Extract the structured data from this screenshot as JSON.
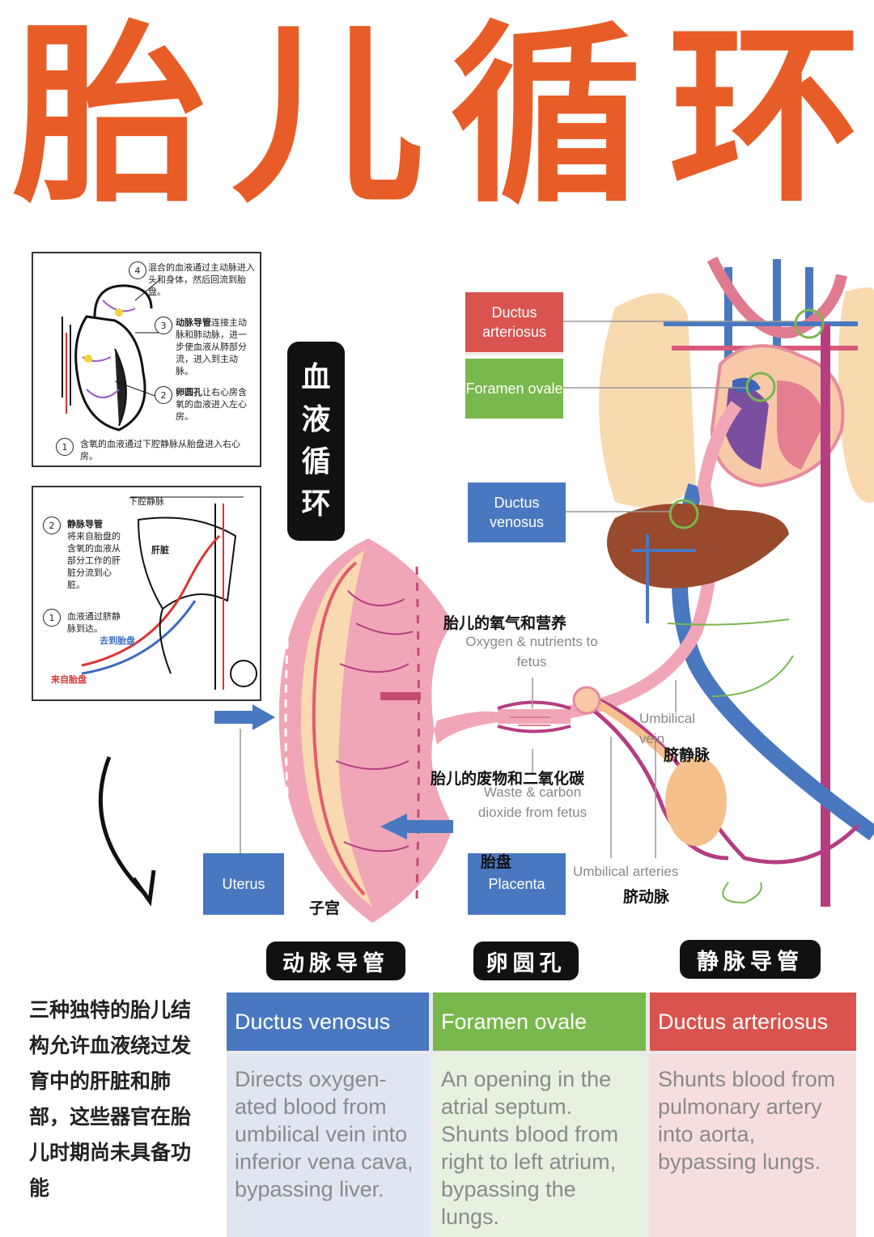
{
  "title_chars": [
    "胎",
    "儿",
    "循",
    "环"
  ],
  "panel_heart": {
    "notes": [
      {
        "num": "4",
        "text": "混合的血液通过主动脉进入头和身体，然后回流到胎盘。"
      },
      {
        "num": "3",
        "bold": "动脉导管",
        "text": "连接主动脉和肺动脉，进一步使血液从肺部分流，进入到主动脉。"
      },
      {
        "num": "2",
        "bold": "卵圆孔",
        "text": "让右心房含氧的血液进入左心房。"
      },
      {
        "num": "1",
        "text": "含氧的血液通过下腔静脉从胎盘进入右心房。"
      }
    ]
  },
  "panel_liver": {
    "top_label": "下腔静脉",
    "liver_label": "肝脏",
    "note2_num": "2",
    "note2_bold": "静脉导管",
    "note2_text": "将来自胎盘的含氧的血液从部分工作的肝脏分流到心脏。",
    "note1_num": "1",
    "note1_text": "血液通过脐静脉到达。",
    "to_placenta": "去到胎盘",
    "from_placenta": "来自胎盘"
  },
  "vertical_tag": [
    "血",
    "液",
    "循",
    "环"
  ],
  "diagram": {
    "ductus_arteriosus": "Ductus arteriosus",
    "foramen_ovale": "Foramen ovale",
    "ductus_venosus": "Ductus venosus",
    "oxygen_zh": "胎儿的氧气和营养",
    "oxygen_en": "Oxygen & nutrients to fetus",
    "waste_zh": "胎儿的废物和二氧化碳",
    "waste_en": "Waste & carbon dioxide from fetus",
    "umbilical_vein_en": "Umbilical vein",
    "umbilical_vein_zh": "脐静脉",
    "umbilical_arteries_en": "Umbilical arteries",
    "umbilical_arteries_zh": "脐动脉",
    "uterus_en": "Uterus",
    "uterus_zh": "子宫",
    "placenta_en": "Placenta",
    "placenta_zh": "胎盘"
  },
  "pills": [
    "动脉导管",
    "卵圆孔",
    "静脉导管"
  ],
  "description": "三种独特的胎儿结构允许血液绕过发育中的肝脏和肺部，这些器官在胎儿时期尚未具备功能",
  "table": [
    {
      "head": "Ductus venosus",
      "body": "Directs oxygen-ated blood from umbilical vein into inferior vena cava, bypassing liver.",
      "head_color": "#4a78c0",
      "body_color": "#dfe6f2"
    },
    {
      "head": "Foramen ovale",
      "body": "An opening in the atrial septum. Shunts blood from right to left atrium, bypassing the lungs.",
      "head_color": "#79b84c",
      "body_color": "#e6f1df"
    },
    {
      "head": "Ductus arteriosus",
      "body": "Shunts blood from pulmonary artery into aorta, bypassing lungs.",
      "head_color": "#d9534f",
      "body_color": "#f7dede"
    }
  ],
  "colors": {
    "title": "#e85d27",
    "red_box": "#d9534f",
    "green_box": "#79b84c",
    "blue_box": "#4a78c0"
  }
}
